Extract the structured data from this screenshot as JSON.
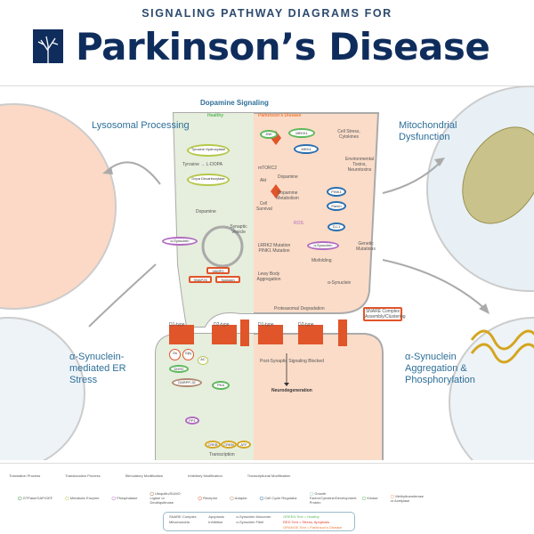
{
  "header": {
    "subtitle": "SIGNALING PATHWAY DIAGRAMS FOR",
    "title": "Parkinson’s Disease"
  },
  "sections": {
    "lysosomal": "Lysosomal Processing",
    "mito": "Mitochondrial Dysfunction",
    "er": "α-Synuclein-mediated ER Stress",
    "aggregation": "α-Synuclein Aggregation & Phosphorylation"
  },
  "center": {
    "title": "Dopamine Signaling",
    "healthy": "Healthy",
    "disease": "Parkinson’s Disease",
    "healthy_nodes": [
      "Tyrosine Hydroxylase",
      "Dopa Decarboxylase",
      "α-Synuclein",
      "VAMP2",
      "SNAP25",
      "Syntaxin"
    ],
    "healthy_text": [
      "Tyrosine → L-DOPA",
      "Dopamine",
      "Synaptic Vesicle"
    ],
    "disease_nodes": [
      "JNK",
      "MEKK1",
      "MKK4",
      "PINK1",
      "Parkin",
      "DJ-1",
      "α-Synuclein"
    ],
    "disease_text": [
      "Cell Stress, Cytokines",
      "mTORC2",
      "Akt",
      "Cell Survival",
      "Environmental Toxins, Neurotoxins",
      "Dopamine",
      "Dopamine Metabolism",
      "ROS",
      "Genetic Mutations",
      "LRRK2 Mutation PINK1 Mutation",
      "Misfolding",
      "Lewy Body Aggregation",
      "α-Synuclein",
      "Proteasomal Degradation",
      "SNARE Complex Assembly/Clustering"
    ],
    "post_healthy": [
      "D1-type",
      "D2-type",
      "Gs",
      "Gβγ",
      "AC",
      "DDR2",
      "DARPP-32",
      "PKA",
      "PP1",
      "CREB",
      "CREM",
      "ATF",
      "Transcription"
    ],
    "post_disease": [
      "D1-type",
      "D2-type",
      "Post-Synaptic Signaling Blocked",
      "Neurodegeneration"
    ]
  },
  "legend": {
    "lines": [
      "Translation Process",
      "Translocation Process",
      "Stimulatory Modification",
      "Inhibitory Modification",
      "Transcriptional Modification"
    ],
    "types": [
      "GTPase/GAP/GEF",
      "Metabolic Enzyme",
      "Phosphatase",
      "Ubiquitin/SUMO Ligase or Deubiquitinase",
      "Receptor",
      "Adaptor",
      "Cell Cycle Regulator",
      "Growth Factor/Cytokine/Development Protein",
      "Kinase",
      "Methyltransferase or Acetylase"
    ],
    "key": [
      "SNARE Complex",
      "Apoptosis",
      "α-Synuclein Monomer",
      "Mitochondria",
      "Inhibition",
      "α-Synuclein Fibril",
      "GREEN Text = Healthy",
      "RED Text = Stress, Apoptosis",
      "ORANGE Text = Parkinson's Disease"
    ]
  },
  "colors": {
    "navy": "#0f2d5c",
    "section_blue": "#2e6f99",
    "healthy_bg": "#e6eedd",
    "disease_bg": "#fbdcc8",
    "green": "#5cb85c",
    "orange": "#f07c3c",
    "red": "#e53a2a"
  }
}
